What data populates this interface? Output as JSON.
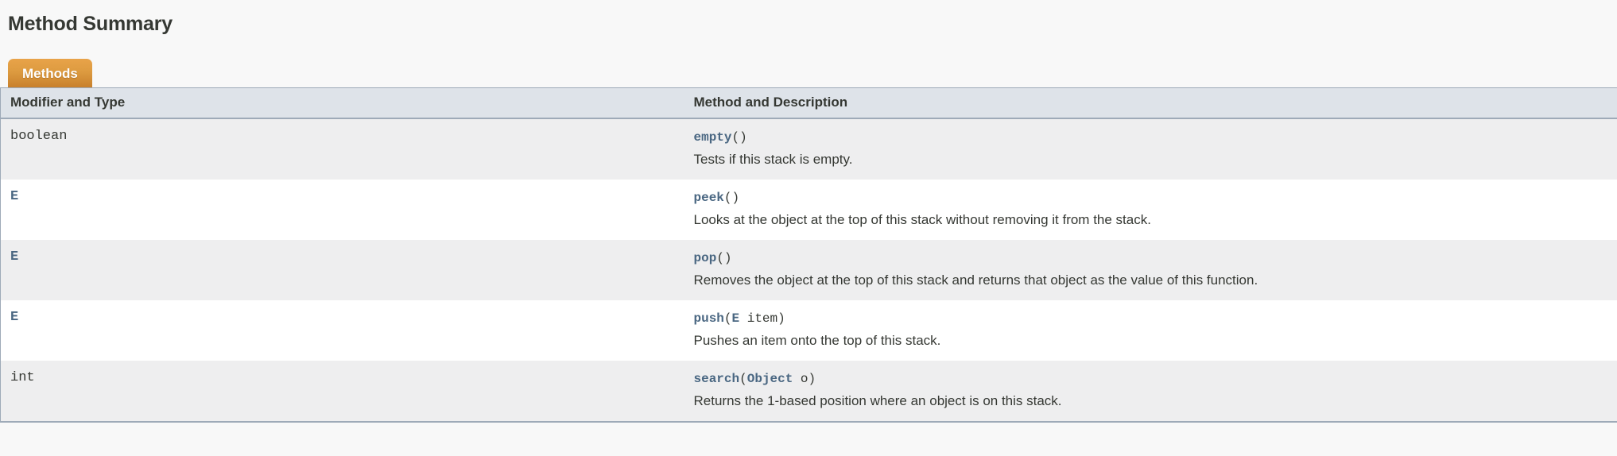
{
  "page": {
    "title": "Method Summary",
    "background_color": "#f8f8f8",
    "text_color": "#353833"
  },
  "colors": {
    "tab_gradient_top": "#e8a349",
    "tab_gradient_bottom": "#c8802c",
    "header_background": "#dee3e9",
    "border": "#9eaab8",
    "alt_row_background": "#eeeeef",
    "row_background": "#ffffff",
    "link": "#4a6782"
  },
  "tabs": [
    {
      "label": "Methods",
      "active": true
    }
  ],
  "table": {
    "columns": [
      {
        "key": "type",
        "header": "Modifier and Type"
      },
      {
        "key": "method",
        "header": "Method and Description"
      }
    ],
    "rows": [
      {
        "type": "boolean",
        "type_is_link": false,
        "name": "empty",
        "signature_parts": [
          {
            "text": "empty",
            "style": "member-link"
          },
          {
            "text": "()",
            "style": "plain"
          }
        ],
        "description": "Tests if this stack is empty."
      },
      {
        "type": "E",
        "type_is_link": true,
        "name": "peek",
        "signature_parts": [
          {
            "text": "peek",
            "style": "member-link"
          },
          {
            "text": "()",
            "style": "plain"
          }
        ],
        "description": "Looks at the object at the top of this stack without removing it from the stack."
      },
      {
        "type": "E",
        "type_is_link": true,
        "name": "pop",
        "signature_parts": [
          {
            "text": "pop",
            "style": "member-link"
          },
          {
            "text": "()",
            "style": "plain"
          }
        ],
        "description": "Removes the object at the top of this stack and returns that object as the value of this function."
      },
      {
        "type": "E",
        "type_is_link": true,
        "name": "push",
        "signature_parts": [
          {
            "text": "push",
            "style": "member-link"
          },
          {
            "text": "(",
            "style": "plain"
          },
          {
            "text": "E",
            "style": "type-link"
          },
          {
            "text": " item)",
            "style": "plain"
          }
        ],
        "description": "Pushes an item onto the top of this stack."
      },
      {
        "type": "int",
        "type_is_link": false,
        "name": "search",
        "signature_parts": [
          {
            "text": "search",
            "style": "member-link"
          },
          {
            "text": "(",
            "style": "plain"
          },
          {
            "text": "Object",
            "style": "type-link"
          },
          {
            "text": " o)",
            "style": "plain"
          }
        ],
        "description": "Returns the 1-based position where an object is on this stack."
      }
    ]
  }
}
